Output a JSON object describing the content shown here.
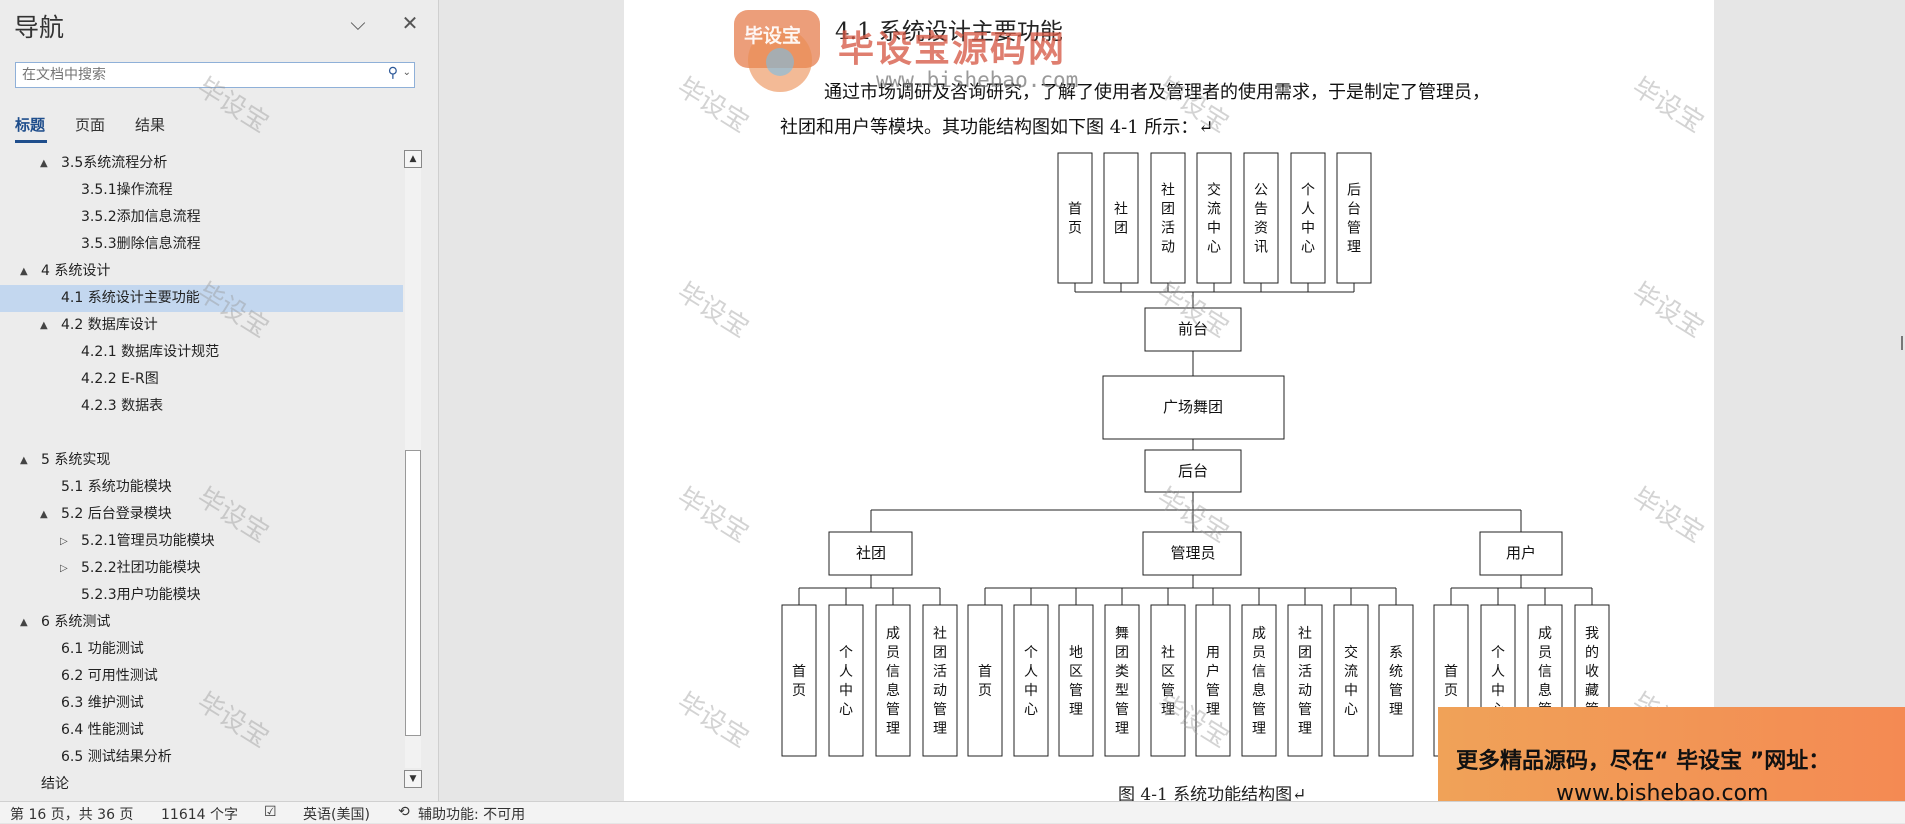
{
  "nav": {
    "title": "导航",
    "search_placeholder": "在文档中搜索",
    "tabs": [
      "标题",
      "页面",
      "结果"
    ],
    "tree": [
      {
        "label": "3.5系统流程分析",
        "level": 2,
        "twisty": "▲"
      },
      {
        "label": "3.5.1操作流程",
        "level": 3,
        "twisty": ""
      },
      {
        "label": "3.5.2添加信息流程",
        "level": 3,
        "twisty": ""
      },
      {
        "label": "3.5.3删除信息流程",
        "level": 3,
        "twisty": ""
      },
      {
        "label": "4 系统设计",
        "level": 1,
        "twisty": "▲"
      },
      {
        "label": "4.1 系统设计主要功能",
        "level": 2,
        "twisty": "",
        "selected": true
      },
      {
        "label": "4.2 数据库设计",
        "level": 2,
        "twisty": "▲"
      },
      {
        "label": "4.2.1 数据库设计规范",
        "level": 3,
        "twisty": ""
      },
      {
        "label": "4.2.2 E-R图",
        "level": 3,
        "twisty": ""
      },
      {
        "label": "4.2.3 数据表",
        "level": 3,
        "twisty": ""
      },
      {
        "label": "",
        "level": 3,
        "twisty": ""
      },
      {
        "label": "5 系统实现",
        "level": 1,
        "twisty": "▲"
      },
      {
        "label": "5.1  系统功能模块",
        "level": 2,
        "twisty": ""
      },
      {
        "label": "5.2  后台登录模块",
        "level": 2,
        "twisty": "▲"
      },
      {
        "label": "5.2.1管理员功能模块",
        "level": 3,
        "twisty": "▷"
      },
      {
        "label": "5.2.2社团功能模块",
        "level": 3,
        "twisty": "▷"
      },
      {
        "label": "5.2.3用户功能模块",
        "level": 3,
        "twisty": ""
      },
      {
        "label": "6 系统测试",
        "level": 1,
        "twisty": "▲"
      },
      {
        "label": "6.1 功能测试",
        "level": 2,
        "twisty": ""
      },
      {
        "label": "6.2 可用性测试",
        "level": 2,
        "twisty": ""
      },
      {
        "label": "6.3 维护测试",
        "level": 2,
        "twisty": ""
      },
      {
        "label": "6.4 性能测试",
        "level": 2,
        "twisty": ""
      },
      {
        "label": "6.5 测试结果分析",
        "level": 2,
        "twisty": ""
      },
      {
        "label": "结论",
        "level": 1,
        "twisty": ""
      }
    ]
  },
  "document": {
    "heading": "4.1  系统设计主要功能",
    "para1": "通过市场调研及咨询研究，了解了使用者及管理者的使用需求，于是制定了管理员，",
    "para2": "社团和用户等模块。其功能结构图如下图 4-1 所示：↵",
    "caption": "图 4-1 系统功能结构图↵"
  },
  "diagram": {
    "front_modules": [
      "首页",
      "社团",
      "社团活动",
      "交流中心",
      "公告资讯",
      "个人中心",
      "后台管理"
    ],
    "front_label": "前台",
    "root_label": "广场舞团",
    "back_label": "后台",
    "roles": [
      {
        "name": "社团",
        "modules": [
          "首页",
          "个人中心",
          "成员信息管理",
          "社团活动管理"
        ]
      },
      {
        "name": "管理员",
        "modules": [
          "首页",
          "个人中心",
          "地区管理",
          "舞团类型管理",
          "社区管理",
          "用户管理",
          "成员信息管理",
          "社团活动管理",
          "交流中心",
          "系统管理"
        ]
      },
      {
        "name": "用户",
        "modules": [
          "首页",
          "个人中心",
          "成员信息管理",
          "我的收藏管理"
        ]
      }
    ]
  },
  "overlay": {
    "watermark": "毕设宝",
    "logo_brand": "毕设宝源码网",
    "logo_badge": "毕设宝",
    "logo_url": "www.bishebao.com",
    "promo_line1": "更多精品源码，尽在“ 毕设宝 ”网址：",
    "promo_line2": "www.bishebao.com"
  },
  "status": {
    "page": "第 16 页，共 36 页",
    "words": "11614 个字",
    "language": "英语(美国)",
    "accessibility": "辅助功能: 不可用"
  }
}
